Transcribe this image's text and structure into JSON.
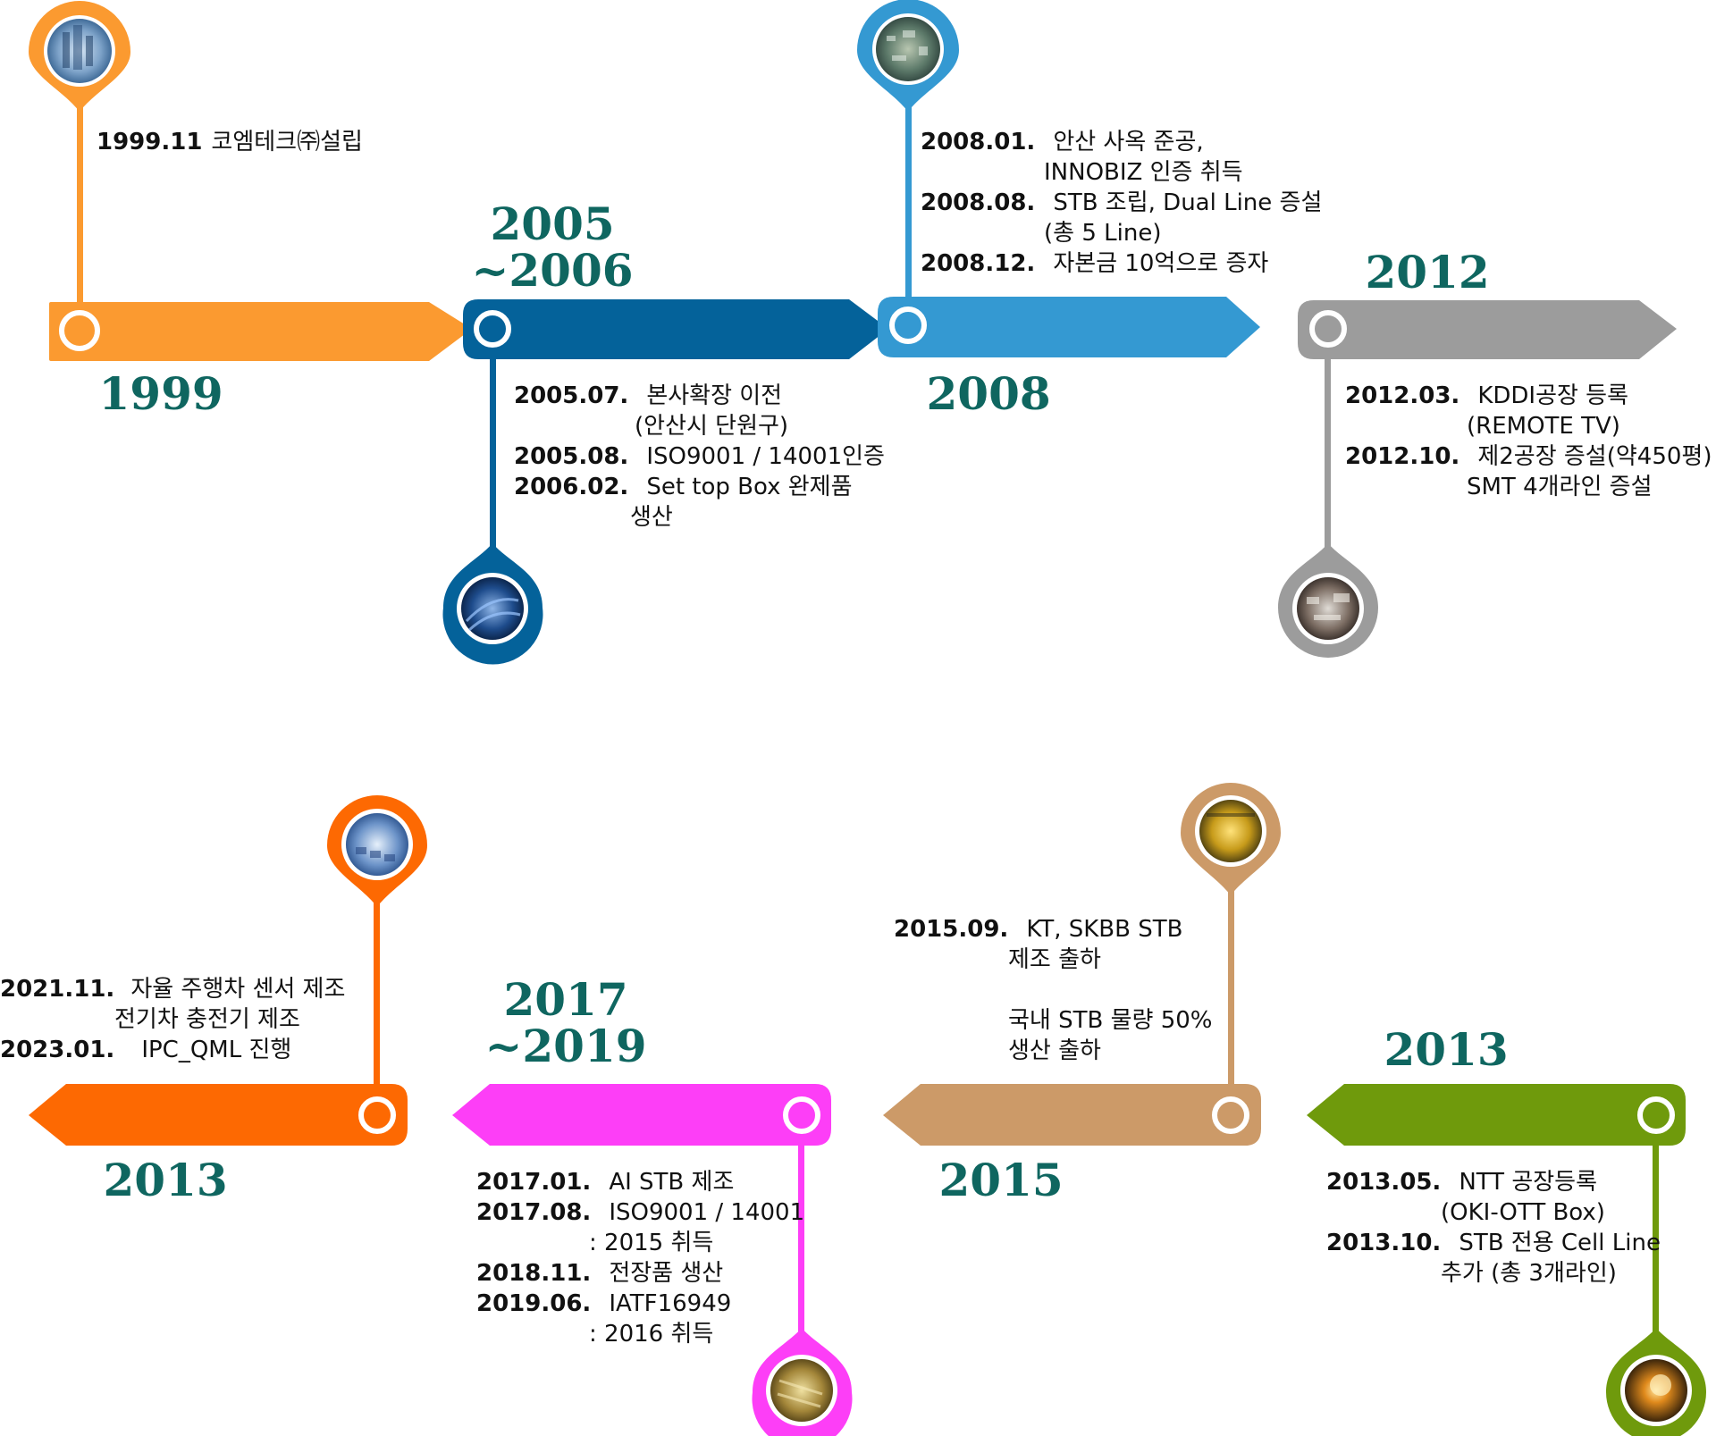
{
  "milestones": [
    {
      "id": "1999",
      "label": "1999",
      "color": "#fb9a30",
      "items": [
        {
          "date": "1999.11",
          "lines": [
            "코엠테크㈜설립"
          ]
        }
      ]
    },
    {
      "id": "2005",
      "label_l1": "2005",
      "label_l2": "~2006",
      "color": "#04629a",
      "items": [
        {
          "date": "2005.07.",
          "lines": [
            "본사확장 이전",
            "(안산시 단원구)"
          ]
        },
        {
          "date": "2005.08.",
          "lines": [
            "ISO9001 / 14001인증"
          ]
        },
        {
          "date": "2006.02.",
          "lines": [
            "Set top Box 완제품",
            "생산"
          ]
        }
      ]
    },
    {
      "id": "2008",
      "label": "2008",
      "color": "#3499d2",
      "items": [
        {
          "date": "2008.01.",
          "lines": [
            "안산 사옥 준공,",
            "INNOBIZ 인증 취득"
          ]
        },
        {
          "date": "2008.08.",
          "lines": [
            "STB 조립, Dual Line 증설",
            "(총 5 Line)"
          ]
        },
        {
          "date": "2008.12.",
          "lines": [
            "자본금 10억으로 증자"
          ]
        }
      ]
    },
    {
      "id": "2012",
      "label": "2012",
      "color": "#9c9c9c",
      "items": [
        {
          "date": "2012.03.",
          "lines": [
            "KDDI공장 등록",
            "(REMOTE TV)"
          ]
        },
        {
          "date": "2012.10.",
          "lines": [
            "제2공장 증설(약450평)",
            "SMT 4개라인 증설"
          ]
        }
      ]
    },
    {
      "id": "2013a",
      "label": "2013",
      "color": "#6f9a0c",
      "items": [
        {
          "date": "2013.05.",
          "lines": [
            "NTT 공장등록",
            "(OKI-OTT Box)"
          ]
        },
        {
          "date": "2013.10.",
          "lines": [
            "STB 전용 Cell Line",
            "추가 (총 3개라인)"
          ]
        }
      ]
    },
    {
      "id": "2015",
      "label": "2015",
      "color": "#cc9a68",
      "items": [
        {
          "date": "2015.09.",
          "lines": [
            "KT, SKBB STB",
            "제조 출하",
            "",
            "국내 STB 물량 50%",
            "생산 출하"
          ]
        }
      ]
    },
    {
      "id": "2017",
      "label_l1": "2017",
      "label_l2": "~2019",
      "color": "#fd3ef7",
      "items": [
        {
          "date": "2017.01.",
          "lines": [
            "AI STB 제조"
          ]
        },
        {
          "date": "2017.08.",
          "lines": [
            "ISO9001 / 14001",
            ": 2015 취득"
          ]
        },
        {
          "date": "2018.11.",
          "lines": [
            "전장품 생산"
          ]
        },
        {
          "date": "2019.06.",
          "lines": [
            "IATF16949",
            ": 2016 취득"
          ]
        }
      ]
    },
    {
      "id": "2013b",
      "label": "2013",
      "color": "#fd6902",
      "items": [
        {
          "date": "2021.11.",
          "lines": [
            "자율 주행차 센서 제조",
            "전기차 충전기 제조"
          ]
        },
        {
          "date": "2023.01.",
          "lines": [
            "IPC_QML 진행"
          ]
        }
      ]
    }
  ],
  "icons": [
    "building-photo-icon",
    "circuit-board-photo-icon",
    "cable-photo-icon",
    "machinery-photo-icon",
    "keyboard-photo-icon",
    "fiber-cables-photo-icon",
    "gold-circuit-photo-icon",
    "light-bulb-photo-icon"
  ]
}
